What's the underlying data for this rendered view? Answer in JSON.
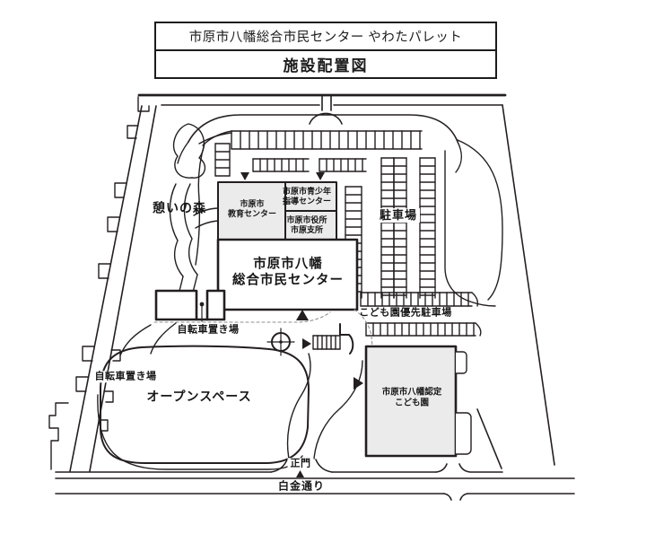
{
  "header": {
    "facility_name": "市原市八幡総合市民センター やわたパレット",
    "map_title": "施設配置図"
  },
  "map": {
    "areas": {
      "forest": "憩いの森",
      "parking": "駐車場",
      "kodomoen_priority_parking": "こども園優先駐車場",
      "open_space": "オープンスペース",
      "bicycle_parking_main": "自転車置き場",
      "bicycle_parking_west": "自転車置き場"
    },
    "buildings": {
      "education_center": "市原市\n教育センター",
      "youth_center": "市原市青少年\n指導センター",
      "city_branch_office": "市原市役所\n市原支所",
      "community_center": "市原市八幡\n総合市民センター",
      "kodomoen": "市原市八幡認定\nこども園"
    },
    "landmarks": {
      "main_gate": "正門",
      "street": "白金通り"
    },
    "colors": {
      "line": "#231f20",
      "building_fill": "#ebebeb"
    }
  }
}
